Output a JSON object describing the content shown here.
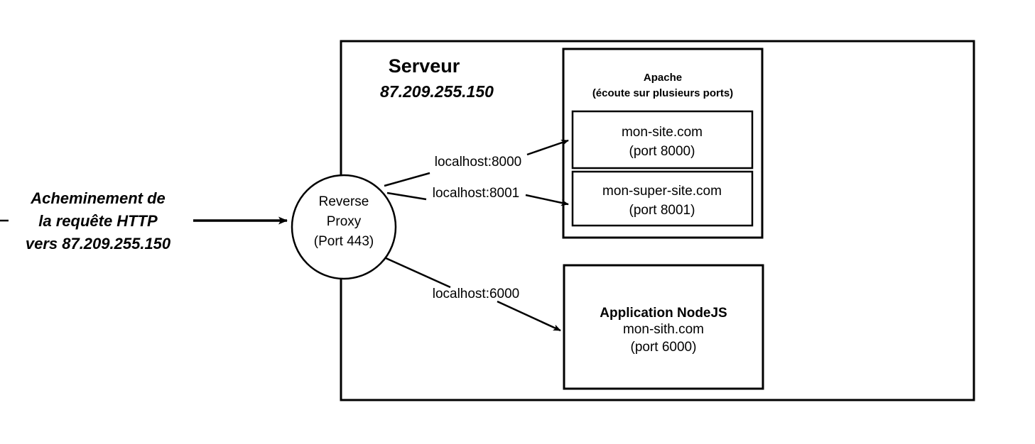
{
  "diagram": {
    "title": "Acheminement de la requete HTTP vers 87.209.255.150",
    "left_label": {
      "line1": "Acheminement de",
      "line2": "la requête HTTP",
      "line3": "vers 87.209.255.150"
    },
    "server": {
      "title": "Serveur",
      "ip": "87.209.255.150"
    },
    "proxy": {
      "line1": "Reverse",
      "line2": "Proxy",
      "line3": "(Port 443)"
    },
    "apache": {
      "title": "Apache",
      "subtitle": "(écoute sur plusieurs ports)",
      "sites": [
        {
          "name": "mon-site.com",
          "port": "(port 8000)"
        },
        {
          "name": "mon-super-site.com",
          "port": "(port 8001)"
        }
      ]
    },
    "nodejs": {
      "title": "Application NodeJS",
      "domain": "mon-sith.com",
      "port": "(port 6000)"
    },
    "connections": [
      {
        "label": "localhost:8000"
      },
      {
        "label": "localhost:8001"
      },
      {
        "label": "localhost:6000"
      }
    ],
    "colors": {
      "stroke": "#000000",
      "background": "#ffffff",
      "text": "#000000"
    }
  }
}
